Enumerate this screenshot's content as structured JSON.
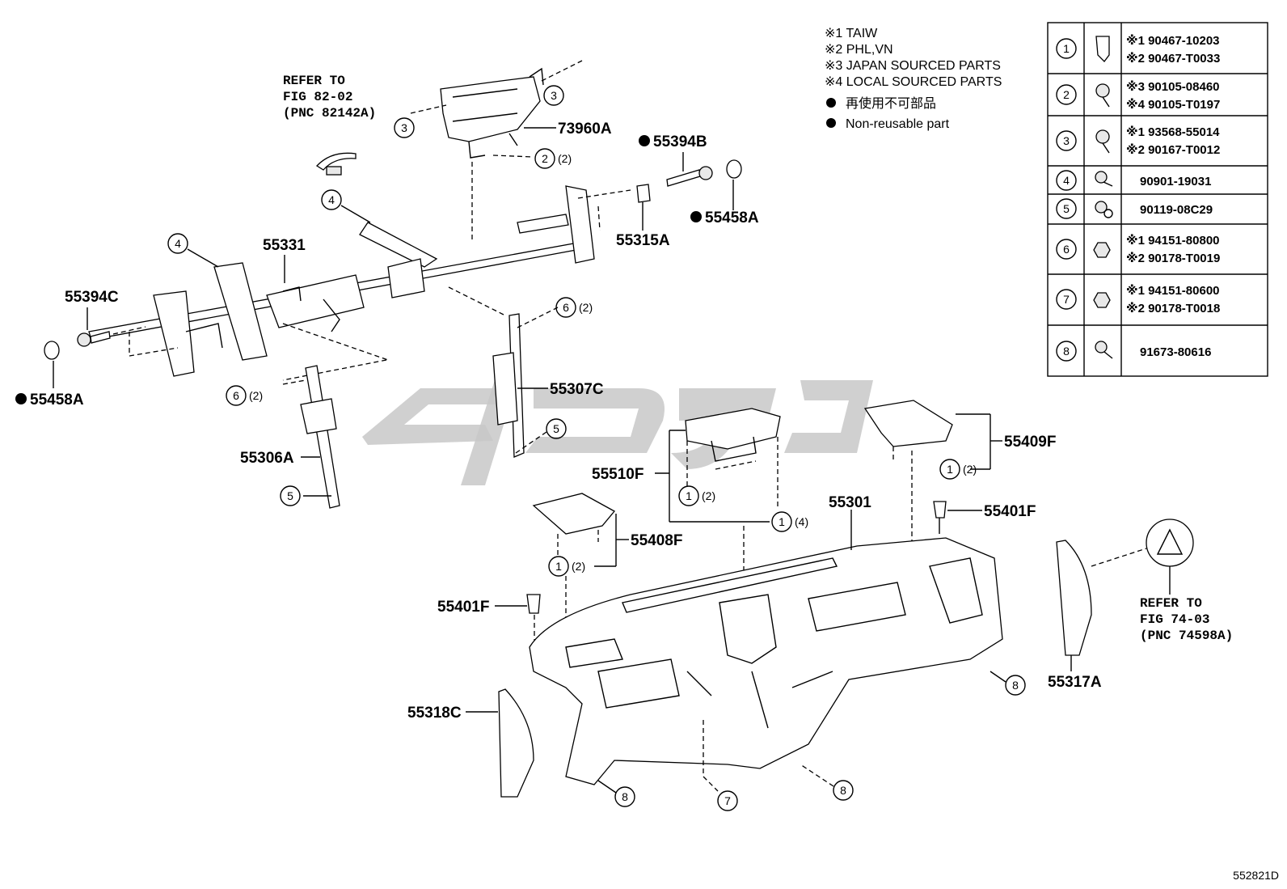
{
  "notes": {
    "n1": "※1 TAIW",
    "n2": "※2 PHL,VN",
    "n3": "※3 JAPAN SOURCED PARTS",
    "n4": "※4 LOCAL SOURCED PARTS",
    "nonreusable_jp": "再使用不可部品",
    "nonreusable_en": "Non-reusable part"
  },
  "refs": {
    "fig82": [
      "REFER TO",
      "FIG 82-02",
      "(PNC 82142A)"
    ],
    "fig74": [
      "REFER TO",
      "FIG 74-03",
      "(PNC 74598A)"
    ]
  },
  "parts": {
    "p73960A": "73960A",
    "p55394B": "55394B",
    "p55458A_top": "55458A",
    "p55315A": "55315A",
    "p55331": "55331",
    "p55394C": "55394C",
    "p55458A_left": "55458A",
    "p55307C": "55307C",
    "p55306A": "55306A",
    "p55510F": "55510F",
    "p55409F": "55409F",
    "p55401F_right": "55401F",
    "p55301": "55301",
    "p55408F": "55408F",
    "p55401F_left": "55401F",
    "p55317A": "55317A",
    "p55318C": "55318C"
  },
  "callouts": {
    "c3a": "3",
    "c3b": "3",
    "c2a": "2",
    "q2a": "(2)",
    "c4a": "4",
    "c4b": "4",
    "c6a": "6",
    "q6a": "(2)",
    "c6b": "6",
    "q6b": "(2)",
    "c5a": "5",
    "c5b": "5",
    "c1a": "1",
    "q1a": "(2)",
    "c1b": "1",
    "q1b": "(2)",
    "c1c": "1",
    "q1c": "(4)",
    "c1d": "1",
    "q1d": "(2)",
    "c8a": "8",
    "c8b": "8",
    "c8c": "8",
    "c7a": "7"
  },
  "fastener_table": {
    "rows": [
      {
        "num": "1",
        "lines": [
          "※1  90467-10203",
          "※2  90467-T0033"
        ]
      },
      {
        "num": "2",
        "lines": [
          "※3  90105-08460",
          "※4  90105-T0197"
        ]
      },
      {
        "num": "3",
        "lines": [
          "※1  93568-55014",
          "※2  90167-T0012"
        ]
      },
      {
        "num": "4",
        "lines": [
          "90901-19031"
        ]
      },
      {
        "num": "5",
        "lines": [
          "90119-08C29"
        ]
      },
      {
        "num": "6",
        "lines": [
          "※1  94151-80800",
          "※2  90178-T0019"
        ]
      },
      {
        "num": "7",
        "lines": [
          "※1  94151-80600",
          "※2  90178-T0018"
        ]
      },
      {
        "num": "8",
        "lines": [
          "91673-80616"
        ]
      }
    ]
  },
  "diagram_code": "552821D"
}
